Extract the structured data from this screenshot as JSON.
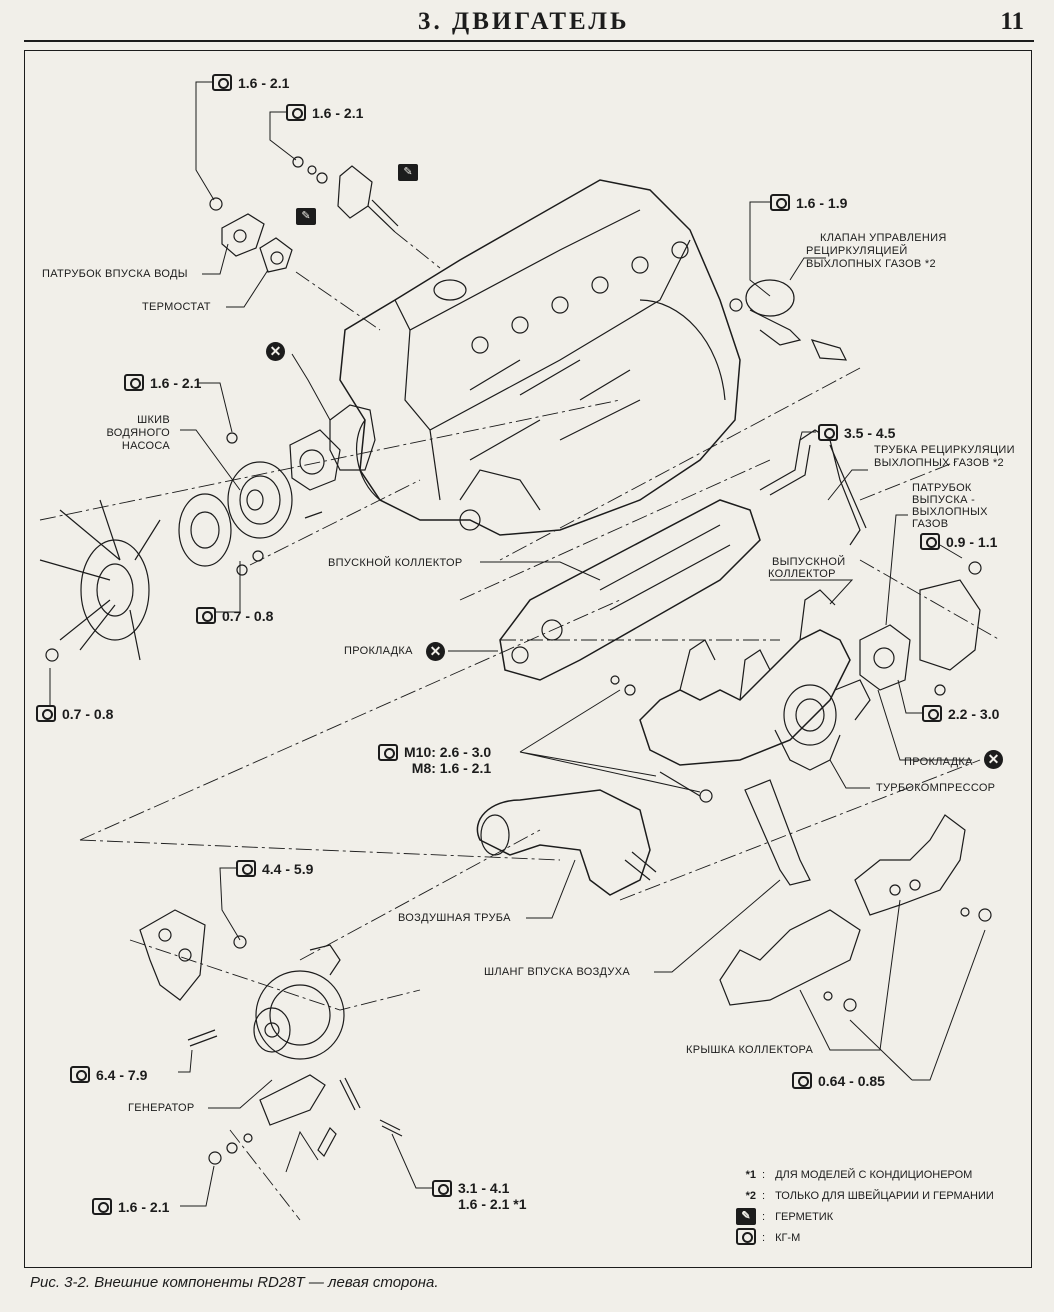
{
  "header": {
    "chapter": "3. ДВИГАТЕЛЬ",
    "page_number": "11"
  },
  "caption": "Рис. 3-2. Внешние компоненты RD28T — левая сторона.",
  "torques": {
    "t1": "1.6 - 2.1",
    "t2": "1.6 - 2.1",
    "t3": "1.6 - 1.9",
    "t4": "1.6 - 2.1",
    "t5": "3.5 - 4.5",
    "t6": "0.9 - 1.1",
    "t7": "0.7 - 0.8",
    "t8": "0.7 - 0.8",
    "t9": "2.2 - 3.0",
    "t10a": "M10: 2.6 - 3.0",
    "t10b": "M8: 1.6 - 2.1",
    "t11": "4.4 - 5.9",
    "t12": "6.4 - 7.9",
    "t13": "0.64 - 0.85",
    "t14": "1.6 - 2.1",
    "t15a": "3.1 - 4.1",
    "t15b": "1.6 - 2.1 *1"
  },
  "labels": {
    "water_inlet": "ПАТРУБОК ВПУСКА ВОДЫ",
    "thermostat": "ТЕРМОСТАТ",
    "egr_valve_1": "КЛАПАН УПРАВЛЕНИЯ",
    "egr_valve_2": "РЕЦИРКУЛЯЦИЕЙ",
    "egr_valve_3": "ВЫХЛОПНЫХ ГАЗОВ *2",
    "pulley_1": "ШКИВ",
    "pulley_2": "ВОДЯНОГО",
    "pulley_3": "НАСОСА",
    "egr_tube_1": "ТРУБКА РЕЦИРКУЛЯЦИИ",
    "egr_tube_2": "ВЫХЛОПНЫХ ГАЗОВ *2",
    "outlet_1": "ПАТРУБОК",
    "outlet_2": "ВЫПУСКА -",
    "outlet_3": "ВЫХЛОПНЫХ",
    "outlet_4": "ГАЗОВ",
    "intake_manifold": "ВПУСКНОЙ КОЛЛЕКТОР",
    "exhaust_manifold_1": "ВЫПУСКНОЙ",
    "exhaust_manifold_2": "КОЛЛЕКТОР",
    "gasket_left": "ПРОКЛАДКА",
    "gasket_right": "ПРОКЛАДКА",
    "turbo": "ТУРБОКОМПРЕССОР",
    "air_pipe": "ВОЗДУШНАЯ ТРУБА",
    "air_hose": "ШЛАНГ ВПУСКА ВОЗДУХА",
    "manifold_cover": "КРЫШКА КОЛЛЕКТОРА",
    "alternator": "ГЕНЕРАТОР"
  },
  "legend": {
    "k1": "*1",
    "v1": "ДЛЯ МОДЕЛЕЙ С КОНДИЦИОНЕРОМ",
    "k2": "*2",
    "v2": "ТОЛЬКО ДЛЯ ШВЕЙЦАРИИ И ГЕРМАНИИ",
    "v3": "ГЕРМЕТИК",
    "v4": "КГ-М",
    "colon": ":"
  },
  "icons": [
    "torque-wrench-icon",
    "replace-x-icon",
    "sealant-icon"
  ]
}
